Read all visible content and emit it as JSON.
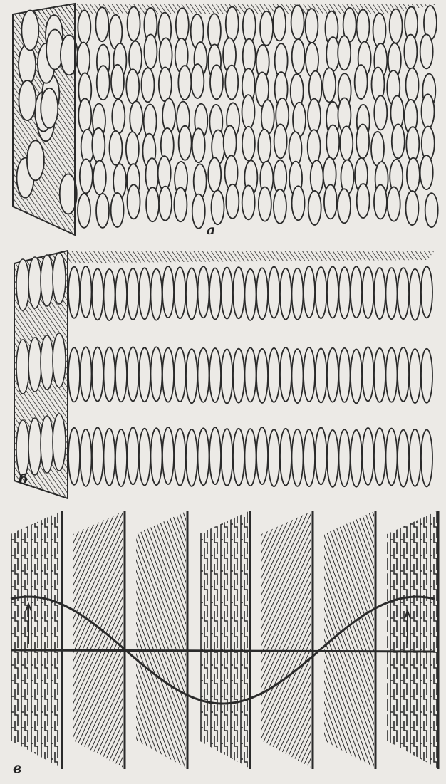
{
  "figure": {
    "panels": [
      {
        "label": "а",
        "structure": "nematic"
      },
      {
        "label": "б",
        "structure": "smectic"
      },
      {
        "label": "в",
        "structure": "cholesteric"
      }
    ],
    "colors": {
      "ink": "#2a2a2a",
      "paper": "#eceae6"
    }
  }
}
